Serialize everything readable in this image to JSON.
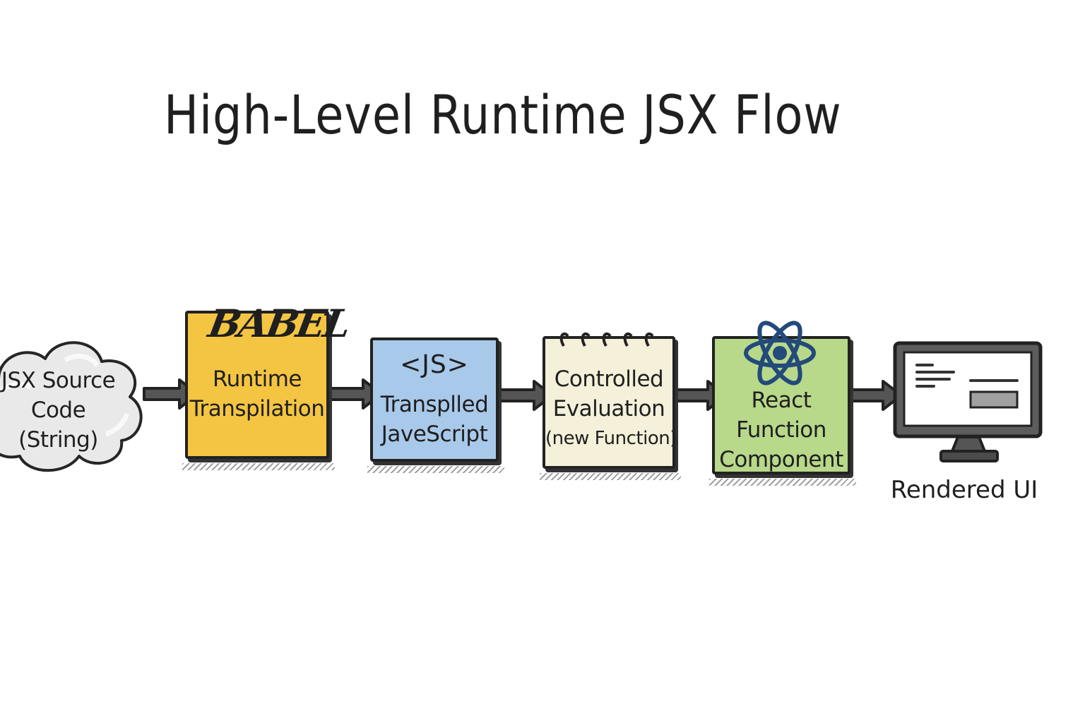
{
  "title": "High-Level Runtime JSX Flow",
  "nodes": {
    "source": {
      "lines": [
        "JSX Source",
        "Code",
        "(String)"
      ]
    },
    "babel": {
      "logo": "BABEL",
      "lines": [
        "Runtime",
        "Transpilation"
      ],
      "color": "#f4c542"
    },
    "js": {
      "tag": "<JS>",
      "lines": [
        "Transplled",
        "JaveScript"
      ],
      "color": "#a9c9ea"
    },
    "evaluation": {
      "lines": [
        "Controlled",
        "Evaluation",
        "(new Function)"
      ],
      "color": "#f4f0da"
    },
    "react": {
      "lines": [
        "React",
        "Function",
        "Component"
      ],
      "color": "#b8d88a"
    },
    "output": {
      "label": "Rendered UI"
    }
  },
  "icons": {
    "cloud": "cloud-shape",
    "notepad": "spiral-notepad",
    "react": "react-atom-icon",
    "monitor": "computer-monitor-icon"
  },
  "colors": {
    "ink": "#222222",
    "react_blue": "#234a7a",
    "cloud": "#e9e9e9"
  }
}
